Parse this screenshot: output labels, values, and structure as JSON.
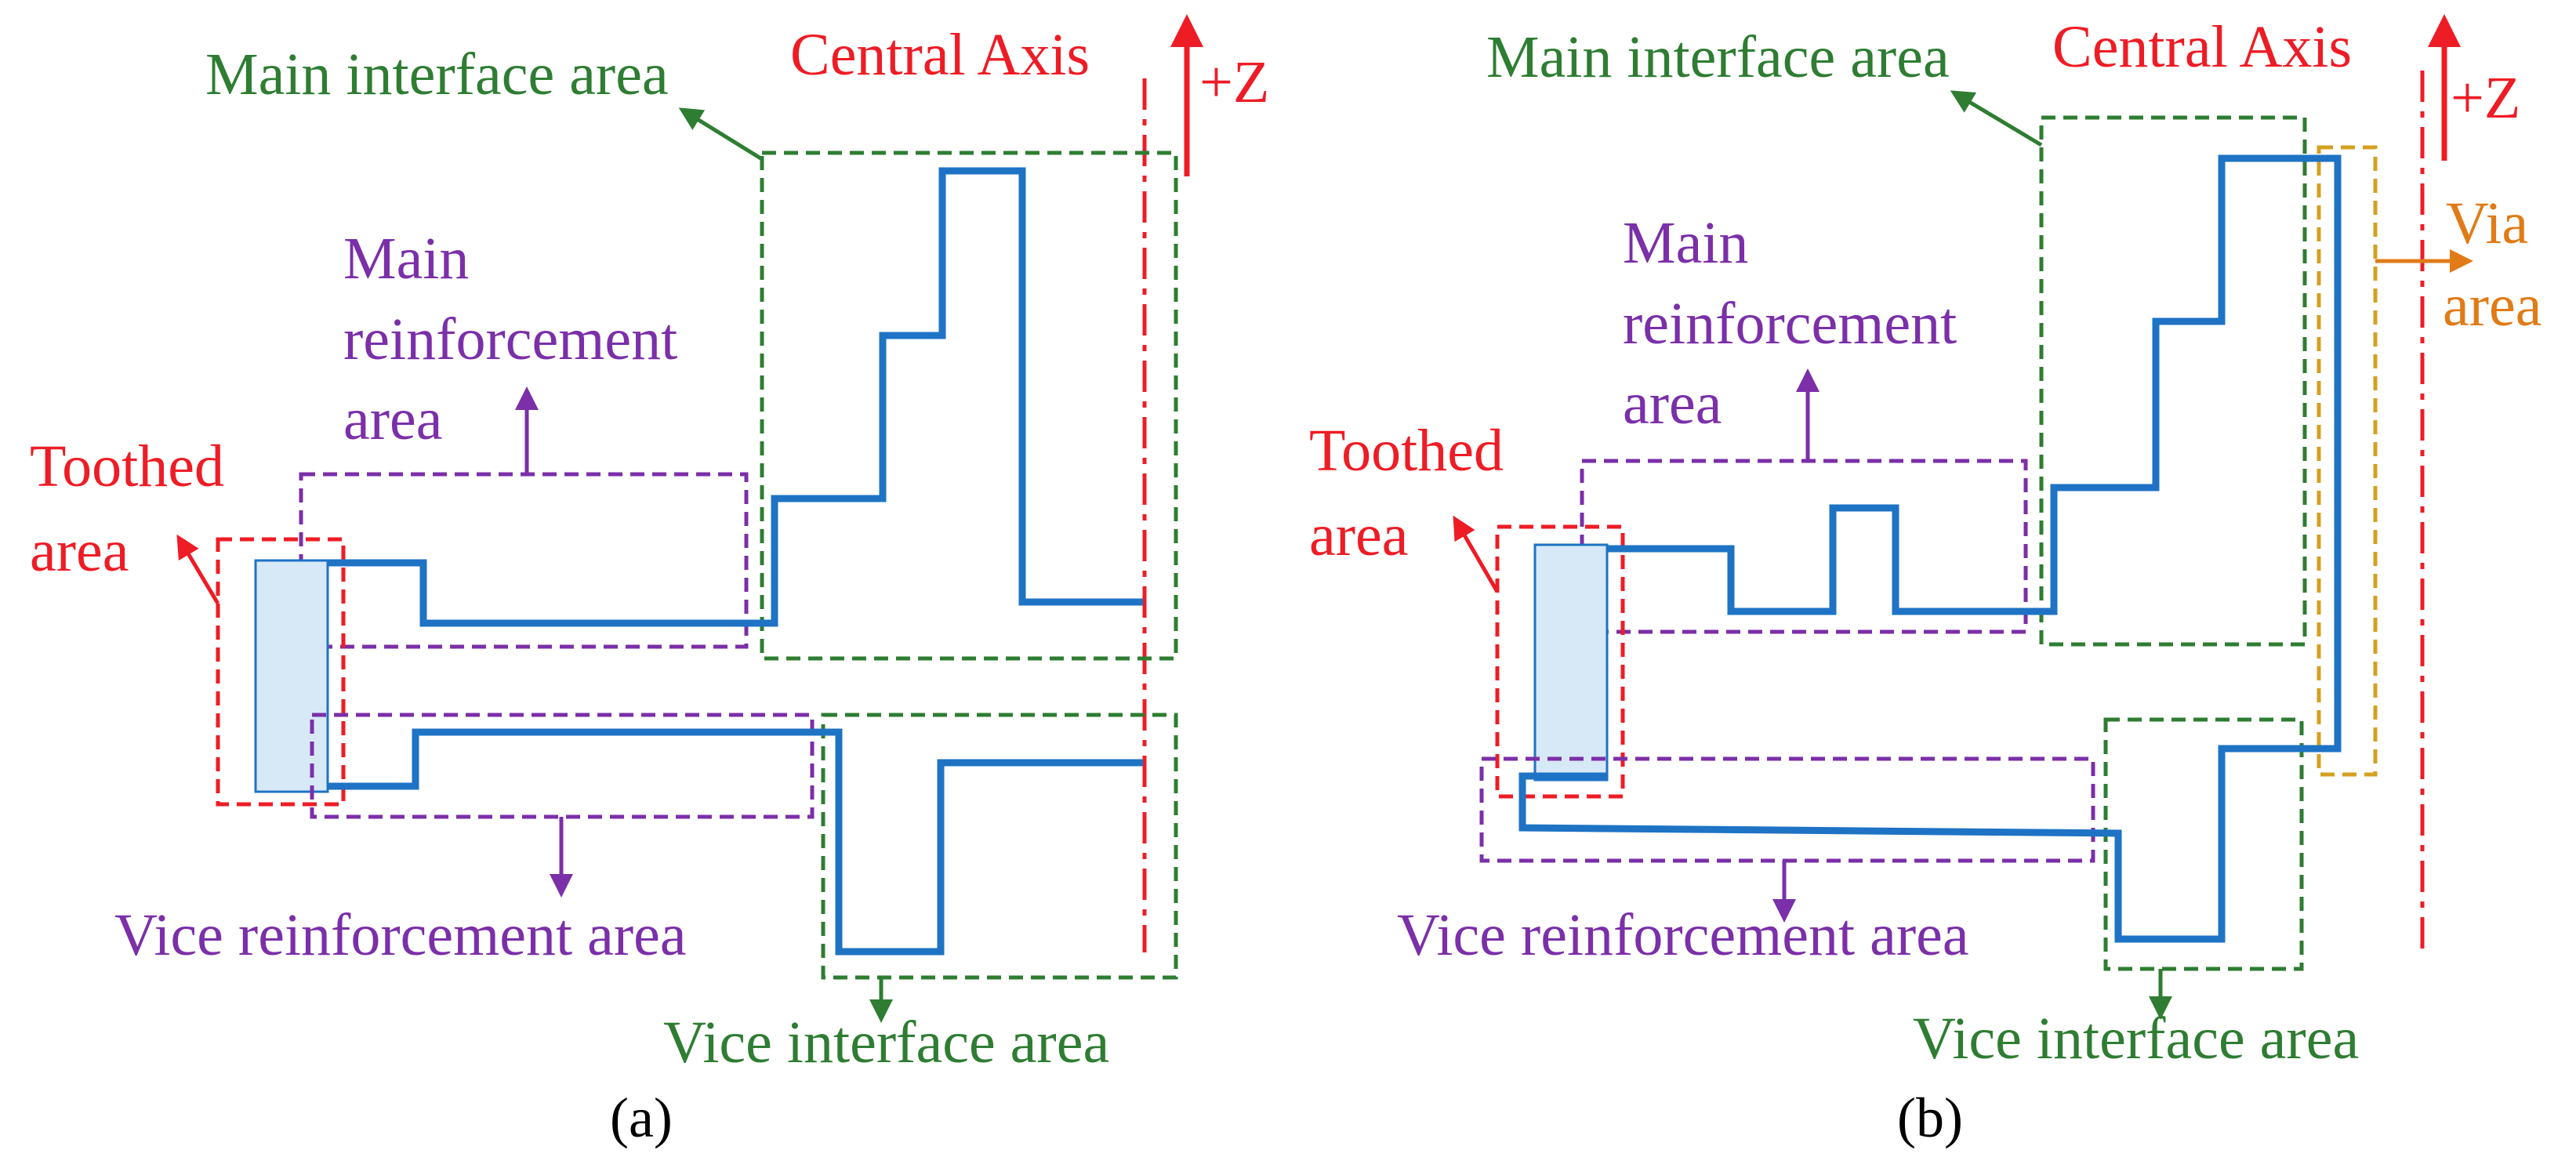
{
  "colors": {
    "red": "#ee1c25",
    "green": "#2e7d32",
    "purple": "#7b2fa8",
    "blue": "#1e73c4",
    "orange": "#e07b18",
    "gold": "#d4a020",
    "light_blue_fill": "#d7e8f7",
    "black": "#000000"
  },
  "panel_a": {
    "caption": "(a)",
    "central_axis": "Central Axis",
    "z_label": "+Z",
    "main_interface": "Main interface area",
    "main_reinforcement": [
      "Main",
      "reinforcement",
      "area"
    ],
    "toothed": [
      "Toothed",
      "area"
    ],
    "vice_reinforcement": "Vice reinforcement area",
    "vice_interface": "Vice interface area"
  },
  "panel_b": {
    "caption": "(b)",
    "central_axis": "Central Axis",
    "z_label": "+Z",
    "main_interface": "Main interface area",
    "main_reinforcement": [
      "Main",
      "reinforcement",
      "area"
    ],
    "toothed": [
      "Toothed",
      "area"
    ],
    "vice_reinforcement": "Vice reinforcement area",
    "vice_interface": "Vice interface area",
    "via": [
      "Via",
      "area"
    ]
  }
}
